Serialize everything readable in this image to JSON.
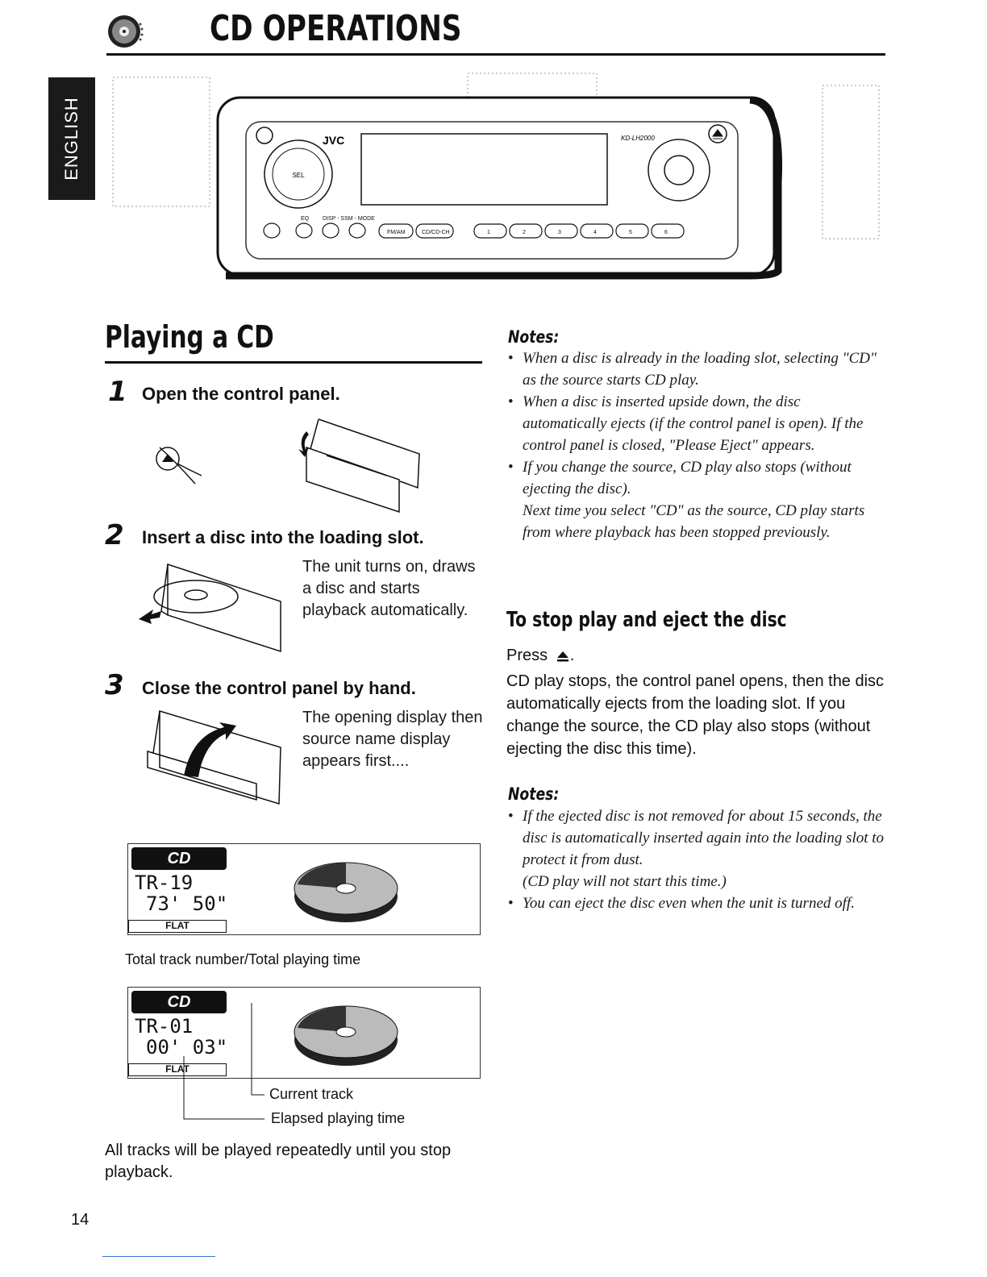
{
  "header": {
    "title": "CD OPERATIONS",
    "language_tab": "ENGLISH"
  },
  "illustration": {
    "brand": "JVC",
    "model": "KD-LH2000",
    "buttons": [
      "EQ",
      "DISP - SSM - MODE",
      "FM/AM",
      "CD/CD-CH",
      "1",
      "2",
      "3",
      "4",
      "5",
      "6"
    ],
    "knob_label": "SEL"
  },
  "playing": {
    "heading": "Playing a CD",
    "steps": [
      {
        "num": "1",
        "title": "Open the control panel."
      },
      {
        "num": "2",
        "title": "Insert a disc into the loading slot.",
        "desc": "The unit turns on, draws a disc and starts playback automatically."
      },
      {
        "num": "3",
        "title": "Close the control panel by hand.",
        "desc": "The opening display then source name display appears first...."
      }
    ],
    "display1": {
      "source": "CD",
      "track": "TR-19",
      "time": "73' 50\"",
      "eq": "FLAT",
      "caption": "Total track number/Total playing time"
    },
    "display2": {
      "source": "CD",
      "track": "TR-01",
      "time": "00' 03\"",
      "eq": "FLAT",
      "caption_current": "Current track",
      "caption_elapsed": "Elapsed playing time"
    },
    "closing": "All tracks will be played repeatedly until you stop playback."
  },
  "notes1": {
    "heading": "Notes:",
    "items": [
      "When a disc is already in the loading slot, selecting \"CD\" as the source starts CD play.",
      "When a disc is inserted upside down, the disc automatically ejects (if the control panel is open). If the control panel is closed, \"Please Eject\" appears.",
      "If you change the source, CD play also stops (without ejecting the disc).",
      "Next time you select \"CD\" as the source, CD play starts from where playback has been stopped previously."
    ]
  },
  "stop": {
    "heading": "To stop play and eject the disc",
    "press": "Press",
    "desc": "CD play stops, the control panel opens, then the disc automatically ejects from the loading slot. If you change the source, the CD play also stops (without ejecting the disc this time)."
  },
  "notes2": {
    "heading": "Notes:",
    "items": [
      "If the ejected disc is not removed for about 15 seconds, the disc is automatically inserted again into the loading slot to protect it from dust.",
      "(CD play will not start this time.)",
      "You can eject the disc even when the unit is turned off."
    ]
  },
  "footer": {
    "page_number": "14"
  }
}
